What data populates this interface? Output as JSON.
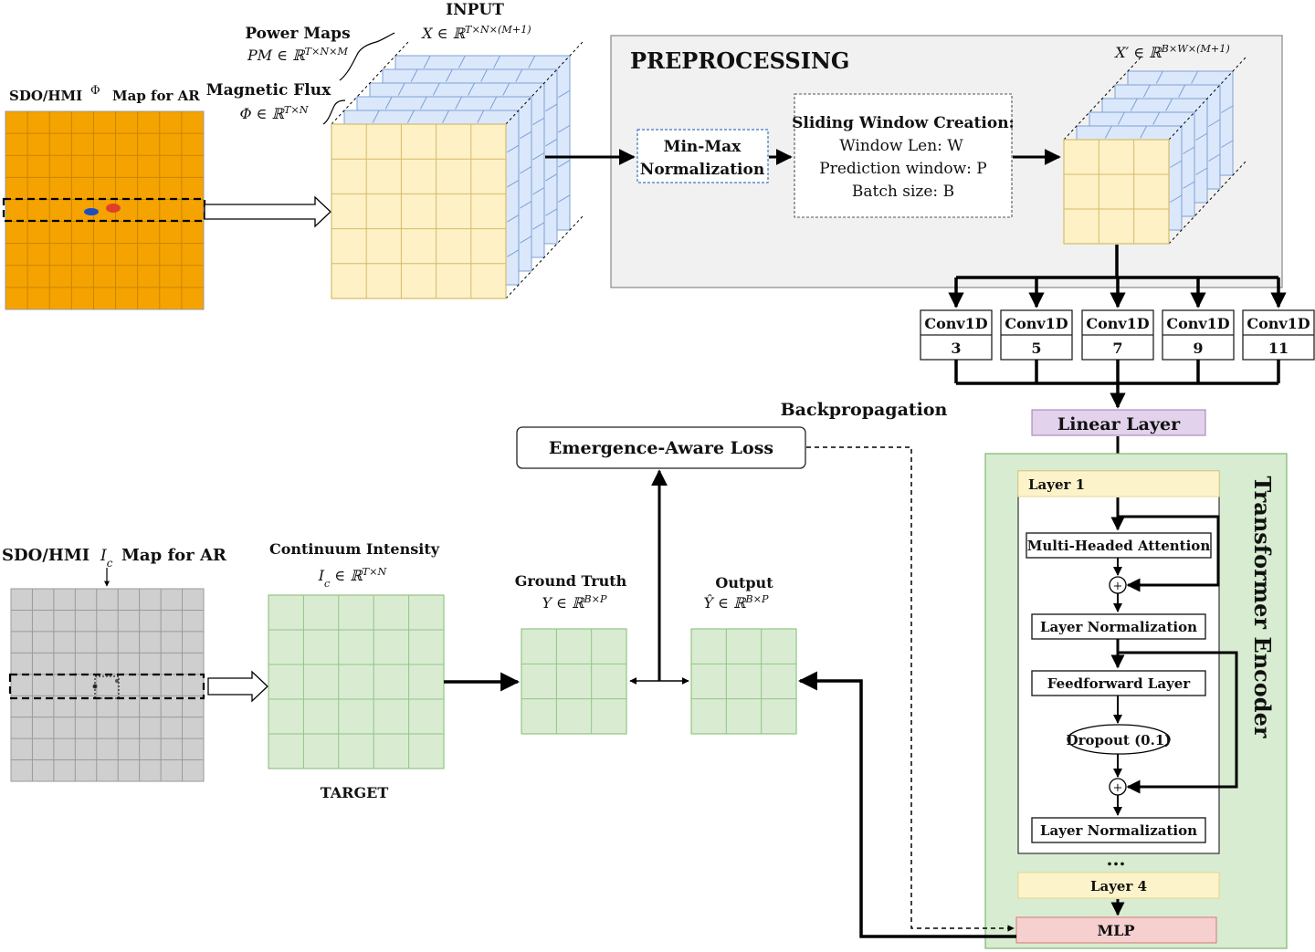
{
  "labels": {
    "sdo_phi_title": "SDO/HMI",
    "sdo_phi_symbol": "Φ",
    "sdo_phi_suffix": "Map for AR",
    "power_maps": "Power Maps",
    "power_maps_math": "PM ∈ ℝ^{T×N×M}",
    "input": "INPUT",
    "input_math": "X ∈ ℝ^{T×N×(M+1)}",
    "magnetic_flux": "Magnetic Flux",
    "magnetic_flux_math": "Φ ∈ ℝ^{T×N}",
    "preprocessing": "PREPROCESSING",
    "xprime_math": "X′ ∈ ℝ^{B×W×(M+1)}",
    "minmax_line1": "Min-Max",
    "minmax_line2": "Normalization",
    "sliding_title": "Sliding Window Creation:",
    "sliding_line1": "Window Len: W",
    "sliding_line2": "Prediction window: P",
    "sliding_line3": "Batch size: B",
    "conv_label": "Conv1D",
    "conv_kernels": [
      "3",
      "5",
      "7",
      "9",
      "11"
    ],
    "backpropagation": "Backpropagation",
    "linear_layer": "Linear Layer",
    "emergence_loss": "Emergence-Aware Loss",
    "transformer_encoder": "Transformer Encoder",
    "layer1": "Layer 1",
    "mha": "Multi-Headed Attention",
    "layer_norm": "Layer Normalization",
    "feedforward": "Feedforward Layer",
    "dropout": "Dropout (0.1)",
    "ellipsis": "...",
    "layer4": "Layer 4",
    "mlp": "MLP",
    "sdo_ic_title": "SDO/HMI",
    "sdo_ic_symbol": "I_c",
    "sdo_ic_suffix": "Map for AR",
    "continuum_intensity": "Continuum Intensity",
    "ic_math": "I_c ∈ ℝ^{T×N}",
    "target": "TARGET",
    "ground_truth": "Ground Truth",
    "gt_math": "Y ∈ ℝ^{B×P}",
    "output": "Output",
    "output_math": "Ŷ ∈ ℝ^{B×P}"
  },
  "colors": {
    "sdo_orange": "#f5a300",
    "cube_front": "#fdf1c5",
    "cube_layer": "#dbe8fb",
    "target_green": "#d9ecd2",
    "encoder_green": "#d8ecd1",
    "preproc_gray": "#f1f1f1",
    "linear_purple": "#e3d2ec",
    "layer_yellow": "#fdf3cb",
    "mlp_red": "#f6cfcf"
  }
}
